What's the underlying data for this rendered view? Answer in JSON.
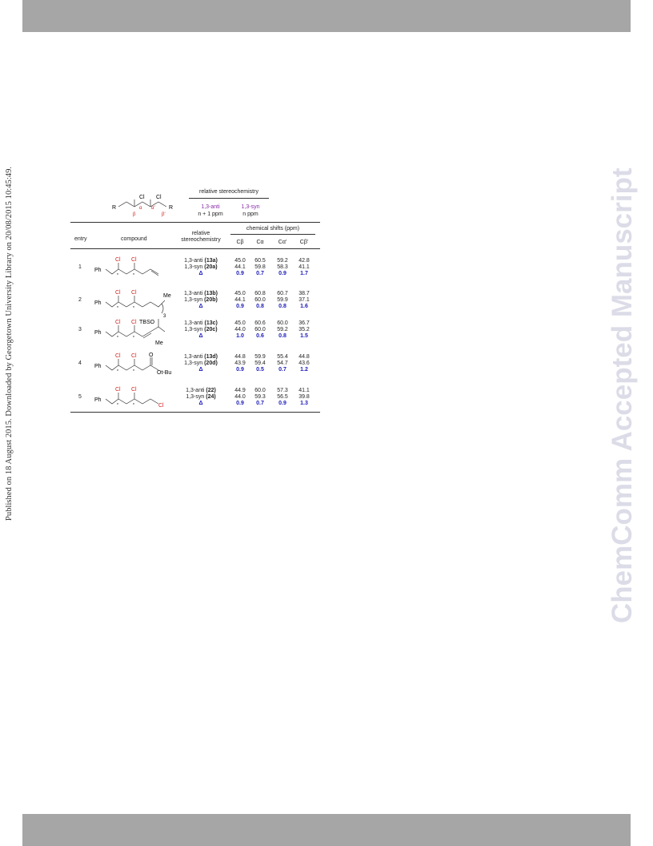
{
  "side_note": "Published on 18 August 2015. Downloaded by Georgetown University Library on 20/08/2015 10:45:49.",
  "watermark": "ChemComm Accepted Manuscript",
  "header": {
    "scheme": {
      "cl1": "Cl",
      "cl2": "Cl",
      "r_left": "R",
      "r_right": "R",
      "alpha": "α",
      "alpha_prime": "α'",
      "beta": "β",
      "beta_prime": "β'"
    },
    "relative_title": "relative stereochemistry",
    "anti_label": "1,3-anti",
    "syn_label": "1,3-syn",
    "anti_sub": "n + 1 ppm",
    "syn_sub": "n ppm"
  },
  "columns": {
    "entry": "entry",
    "compound": "compound",
    "relative": "relative",
    "stereochemistry": "stereochemistry",
    "shifts": "chemical shifts (ppm)",
    "c_beta": "Cβ",
    "c_alpha": "Cα",
    "c_alpha_prime": "Cα'",
    "c_beta_prime": "Cβ'"
  },
  "rows": [
    {
      "entry": "1",
      "anti": "1,3-anti",
      "anti_id": "(13a)",
      "syn": "1,3-syn",
      "syn_id": "(20a)",
      "delta": "Δ",
      "cb": [
        "45.0",
        "44.1",
        "0.9"
      ],
      "ca": [
        "60.5",
        "59.8",
        "0.7"
      ],
      "cap": [
        "59.2",
        "58.3",
        "0.9"
      ],
      "cbp": [
        "42.8",
        "41.1",
        "1.7"
      ],
      "labels": {
        "ph": "Ph",
        "cl": "Cl"
      }
    },
    {
      "entry": "2",
      "anti": "1,3-anti",
      "anti_id": "(13b)",
      "syn": "1,3-syn",
      "syn_id": "(20b)",
      "delta": "Δ",
      "cb": [
        "45.0",
        "44.1",
        "0.9"
      ],
      "ca": [
        "60.8",
        "60.0",
        "0.8"
      ],
      "cap": [
        "60.7",
        "59.9",
        "0.8"
      ],
      "cbp": [
        "38.7",
        "37.1",
        "1.6"
      ],
      "labels": {
        "ph": "Ph",
        "cl": "Cl",
        "me": "Me",
        "n": "3"
      }
    },
    {
      "entry": "3",
      "anti": "1,3-anti",
      "anti_id": "(13c)",
      "syn": "1,3-syn",
      "syn_id": "(20c)",
      "delta": "Δ",
      "cb": [
        "45.0",
        "44.0",
        "1.0"
      ],
      "ca": [
        "60.6",
        "60.0",
        "0.6"
      ],
      "cap": [
        "60.0",
        "59.2",
        "0.8"
      ],
      "cbp": [
        "36.7",
        "35.2",
        "1.5"
      ],
      "labels": {
        "ph": "Ph",
        "cl": "Cl",
        "tbso": "TBSO",
        "me": "Me"
      }
    },
    {
      "entry": "4",
      "anti": "1,3-anti",
      "anti_id": "(13d)",
      "syn": "1,3-syn",
      "syn_id": "(20d)",
      "delta": "Δ",
      "cb": [
        "44.8",
        "43.9",
        "0.9"
      ],
      "ca": [
        "59.9",
        "59.4",
        "0.5"
      ],
      "cap": [
        "55.4",
        "54.7",
        "0.7"
      ],
      "cbp": [
        "44.8",
        "43.6",
        "1.2"
      ],
      "labels": {
        "ph": "Ph",
        "cl": "Cl",
        "o": "O",
        "otbu": "Ot-Bu"
      }
    },
    {
      "entry": "5",
      "anti": "1,3-anti",
      "anti_id": "(22)",
      "syn": "1,3-syn",
      "syn_id": "(24)",
      "delta": "Δ",
      "cb": [
        "44.9",
        "44.0",
        "0.9"
      ],
      "ca": [
        "60.0",
        "59.3",
        "0.7"
      ],
      "cap": [
        "57.3",
        "56.5",
        "0.9"
      ],
      "cbp": [
        "41.1",
        "39.8",
        "1.3"
      ],
      "labels": {
        "ph": "Ph",
        "cl": "Cl",
        "cl_end": "Cl"
      }
    }
  ]
}
